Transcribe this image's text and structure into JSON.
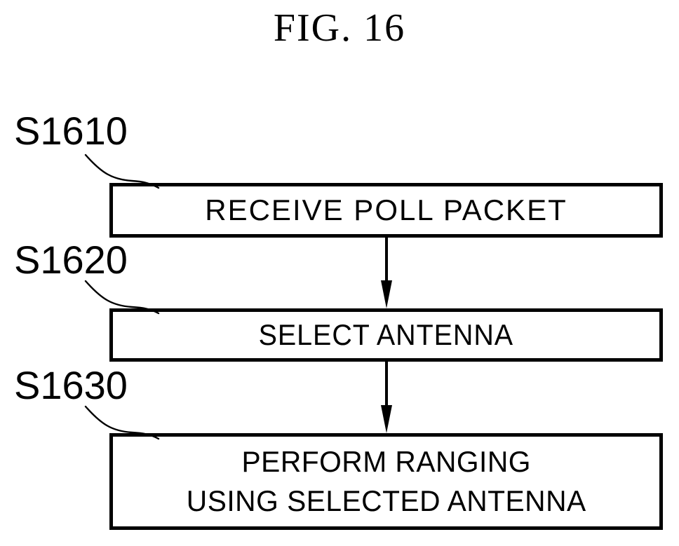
{
  "figure": {
    "title": "FIG. 16",
    "type": "patent-flowchart",
    "background_color": "#ffffff",
    "line_color": "#000000"
  },
  "steps": [
    {
      "ref": "S1610",
      "text": "RECEIVE POLL PACKET",
      "box_index": 1
    },
    {
      "ref": "S1620",
      "text": "SELECT ANTENNA",
      "box_index": 2
    },
    {
      "ref": "S1630",
      "text": "PERFORM RANGING\nUSING SELECTED ANTENNA",
      "box_index": 3
    }
  ],
  "connectors": [
    {
      "from": "S1610",
      "to": "S1620",
      "style": "arrow-down"
    },
    {
      "from": "S1620",
      "to": "S1630",
      "style": "arrow-down"
    }
  ]
}
